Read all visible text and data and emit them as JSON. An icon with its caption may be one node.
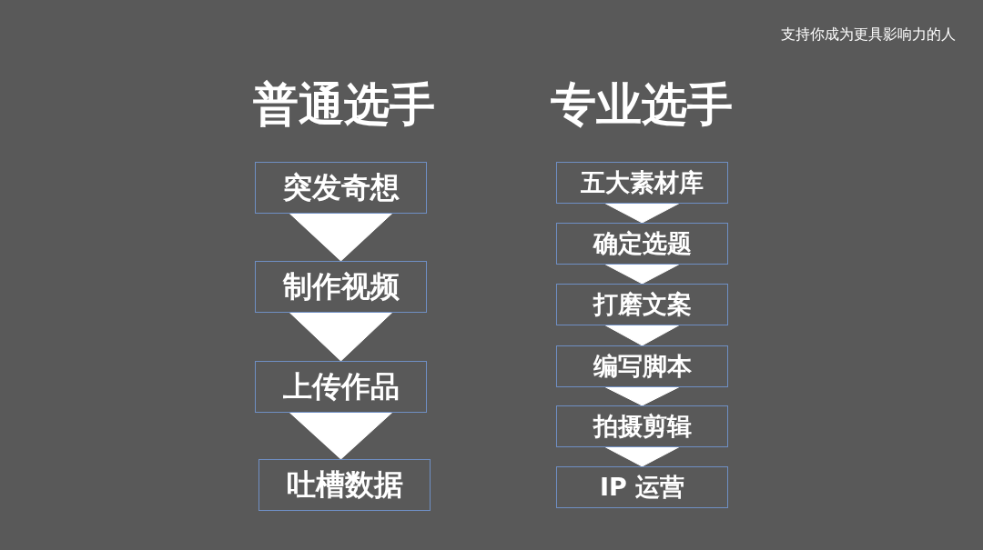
{
  "diagram": {
    "nodes": [
      {
        "text": [
          "突发奇想"
        ]
      },
      {
        "text": [
          "制作视频"
        ]
      },
      {
        "text": [
          "上传作品"
        ]
      },
      {
        "text": [
          "吐槽数据"
        ]
      },
      {
        "text": [
          "五大素材库"
        ]
      },
      {
        "text": [
          "确定选题"
        ]
      },
      {
        "text": [
          "打磨文案"
        ]
      },
      {
        "text": [
          "编写脚本"
        ]
      },
      {
        "text": [
          "拍摄剪辑"
        ]
      },
      {
        "text": [
          "IP 运营"
        ]
      }
    ],
    "edges": [
      {
        "from": 0,
        "to": 1,
        "arrow": "to"
      },
      {
        "from": 1,
        "to": 2,
        "arrow": "to"
      },
      {
        "from": 2,
        "to": 3,
        "arrow": "to"
      },
      {
        "from": 4,
        "to": 5,
        "arrow": "to"
      },
      {
        "from": 5,
        "to": 6,
        "arrow": "to"
      },
      {
        "from": 6,
        "to": 7,
        "arrow": "to"
      },
      {
        "from": 7,
        "to": 8,
        "arrow": "to"
      },
      {
        "from": 8,
        "to": 9,
        "arrow": "to"
      }
    ],
    "labels": [
      "支持你成为更具影响力的人",
      "普通选手",
      "专业选手"
    ]
  }
}
